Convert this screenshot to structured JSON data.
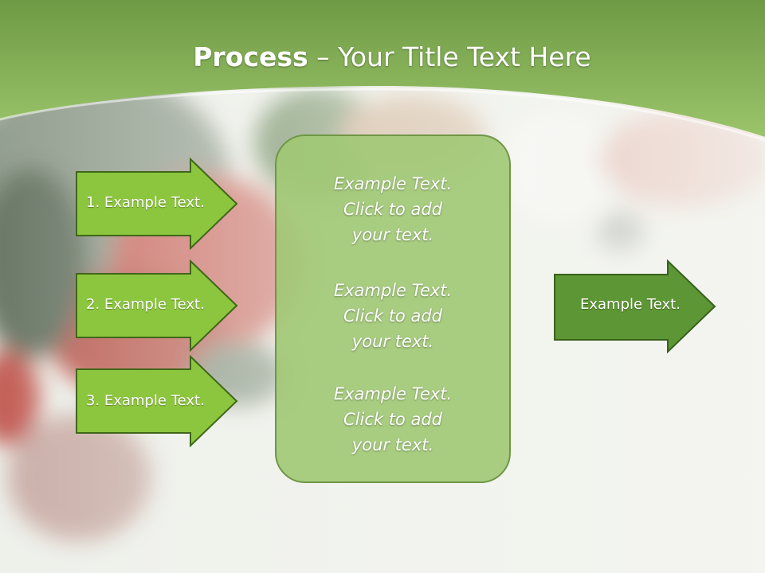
{
  "title": {
    "bold": "Process",
    "rest": " – Your Title Text Here"
  },
  "left_arrows": [
    {
      "label": "1. Example Text."
    },
    {
      "label": "2. Example Text."
    },
    {
      "label": "3. Example Text."
    }
  ],
  "center_box": {
    "paragraphs": [
      {
        "lines": [
          "Example Text.",
          "Click  to add",
          "your text."
        ]
      },
      {
        "lines": [
          "Example Text.",
          "Click  to add",
          "your text."
        ]
      },
      {
        "lines": [
          "Example Text.",
          "Click  to add",
          "your text."
        ]
      }
    ]
  },
  "right_arrow": {
    "label": "Example Text."
  },
  "colors": {
    "left_arrow_fill": "#8cc63e",
    "left_arrow_stroke": "#40661a",
    "right_arrow_fill": "#5d9634",
    "right_arrow_stroke": "#38611b",
    "header_green": "#86b456",
    "center_box_fill": "#a3c97a"
  }
}
